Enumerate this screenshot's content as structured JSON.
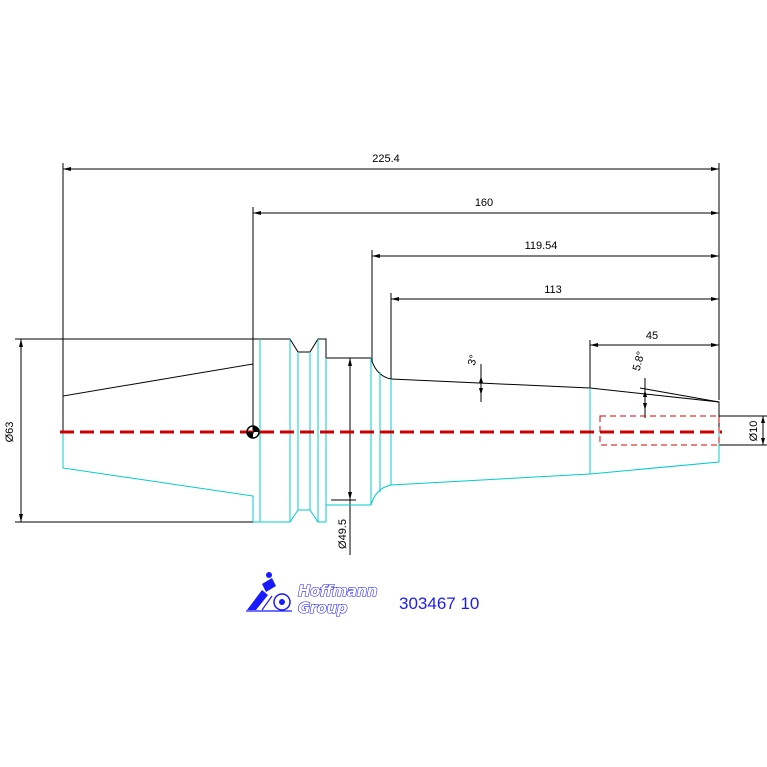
{
  "drawing": {
    "dimensions": {
      "overall_length": "225.4",
      "gauge_length": "160",
      "body_length": "119.54",
      "taper_length": "113",
      "tip_length": "45",
      "flange_diameter": "Ø63",
      "shank_diameter": "Ø49.5",
      "tip_diameter": "Ø10",
      "taper_angle_1": "3°",
      "taper_angle_2": "5.8°"
    },
    "logo": {
      "line1": "Hoffmann",
      "line2": "Group"
    },
    "part_number": "303467 10",
    "colors": {
      "outline": "#000000",
      "lower_half": "#00cccc",
      "centerline": "#cc0000",
      "logo": "#1a1aff"
    }
  }
}
